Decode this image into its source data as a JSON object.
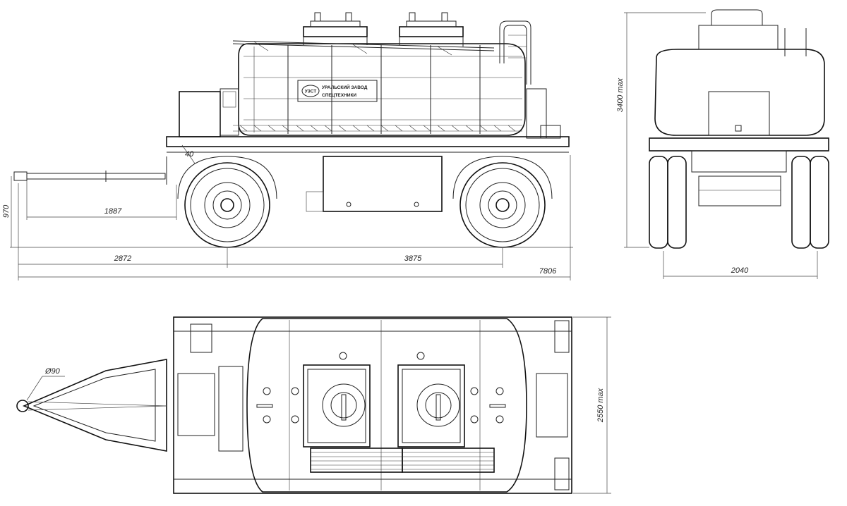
{
  "drawing": {
    "side_view": {
      "dimensions": {
        "length_drawbar": "1887",
        "height_coupling": "970",
        "angle": "40",
        "front_overhang": "2872",
        "wheelbase": "3875",
        "overall_length": "7806"
      },
      "logo": {
        "badge": "УЗСТ",
        "line1": "УРАЛЬСКИЙ ЗАВОД",
        "line2": "СПЕЦТЕХНИКИ"
      }
    },
    "rear_view": {
      "dimensions": {
        "height_max": "3400 max",
        "track": "2040"
      }
    },
    "top_view": {
      "dimensions": {
        "eye_diameter": "Ø90",
        "width_max": "2550 max"
      }
    }
  }
}
